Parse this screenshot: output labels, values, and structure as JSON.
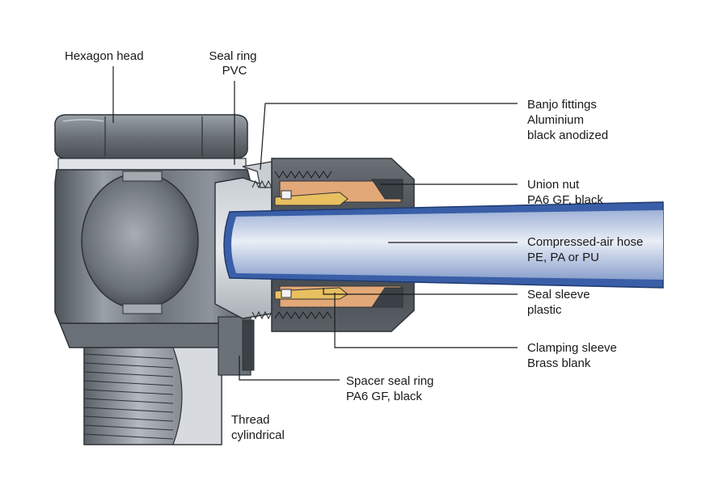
{
  "labels": {
    "hexagon_head": [
      "Hexagon head"
    ],
    "seal_ring": [
      "Seal ring",
      "PVC"
    ],
    "banjo": [
      "Banjo fittings",
      "Aluminium",
      "black anodized"
    ],
    "union_nut": [
      "Union nut",
      "PA6 GF, black"
    ],
    "hose": [
      "Compressed-air hose",
      "PE, PA or PU"
    ],
    "seal_sleeve": [
      "Seal sleeve",
      "plastic"
    ],
    "clamping_sleeve": [
      "Clamping sleeve",
      "Brass blank"
    ],
    "spacer": [
      "Spacer seal ring",
      "PA6 GF, black"
    ],
    "thread": [
      "Thread",
      "cylindrical"
    ]
  },
  "colors": {
    "metal_dark": "#5e646c",
    "metal_mid": "#8d949c",
    "metal_light": "#c9ced3",
    "nut_dark": "#3c4147",
    "hose_blue": "#3a5fa8",
    "hose_light": "#cfdbef",
    "brass": "#d9a06e",
    "sleeve_gold": "#e0b85a"
  }
}
